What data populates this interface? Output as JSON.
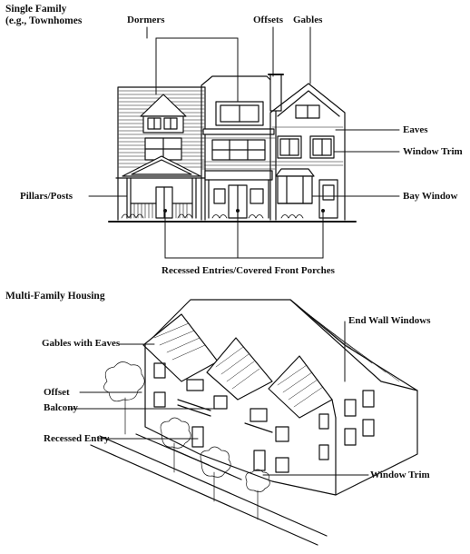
{
  "top": {
    "heading_line1": "Single Family",
    "heading_line2": "(e.g., Townhomes",
    "labels": {
      "dormers": "Dormers",
      "offsets": "Offsets",
      "gables": "Gables",
      "eaves": "Eaves",
      "window_trim": "Window Trim",
      "pillars_posts": "Pillars/Posts",
      "bay_window": "Bay Window",
      "recessed_entries": "Recessed Entries/Covered Front Porches"
    }
  },
  "bottom": {
    "heading": "Multi-Family Housing",
    "labels": {
      "end_wall_windows": "End Wall Windows",
      "gables_with_eaves": "Gables with Eaves",
      "offset": "Offset",
      "balcony": "Balcony",
      "recessed_entry": "Recessed Entry",
      "window_trim": "Window Trim"
    }
  },
  "colors": {
    "ink": "#111111",
    "background": "#ffffff"
  }
}
